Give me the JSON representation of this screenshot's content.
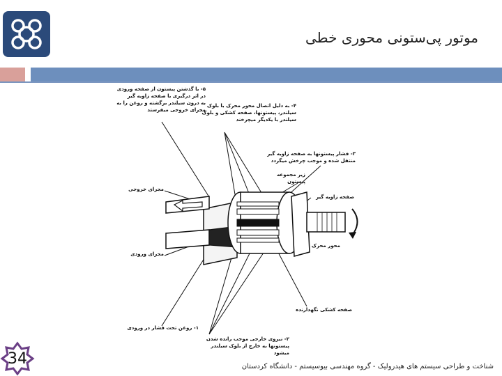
{
  "slide": {
    "title": "موتور پی‌ستونی محوری خطی",
    "page_number": "34",
    "footer": "شناخت و طراحی سیستم های هیدرولیک - گروه مهندسی بیوسیستم - دانشگاه کردستان"
  },
  "logo": {
    "icon": "university-emblem-icon",
    "color": "#2b4a7a"
  },
  "colors": {
    "accent_blue": "#6d8fbd",
    "accent_rose": "#d9a09a"
  },
  "labels": {
    "step5": "۵- با گذشتن پیستون از صفحه ورودی\nدر اثر درگیری با صفحه زاویه گیر\nبه درون سیلندر برگشته و روغن را به\nمجرای خروجی میفرستد",
    "step4": "۴- به دلیل اتصال محور محرک با بلوک\nسیلندر، پیستونها، صفحه کشکی و بلوک\nسیلندر با یکدیگر میچرخند",
    "step3": "۳- فشار پیستونها به صفحه زاویه گیر\nمنتقل شده و موجب چرخش میگردد",
    "piston_assembly": "زیر مجموعه\nپیستون",
    "swash_plate": "صفحه زاویه گیر",
    "outlet": "مجرای خروجی",
    "inlet": "مجرای ورودی",
    "drive_shaft": "محور محرک",
    "shoe_plate": "صفحه کشکی نگهدارنده",
    "step1": "۱- روغن تحت فشار در ورودی",
    "step2": "۲- نیروی خارجی موجب رانده شدن\nپیستونها به خارج از بلوک سیلندر\nمیشود"
  }
}
